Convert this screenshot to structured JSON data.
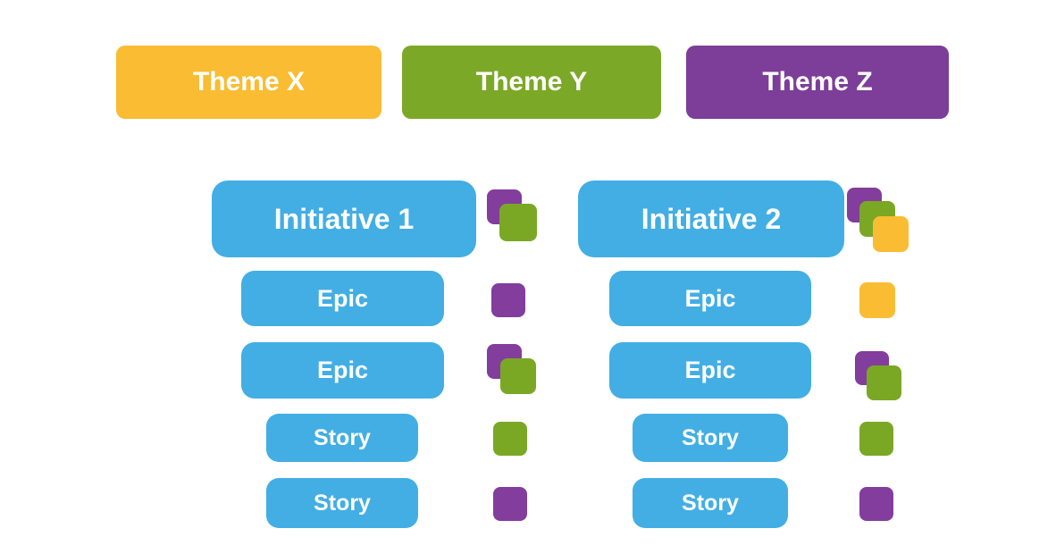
{
  "themes": [
    {
      "label": "Theme X",
      "color": "#F9BC33"
    },
    {
      "label": "Theme Y",
      "color": "#7CA827"
    },
    {
      "label": "Theme Z",
      "color": "#7C3E98"
    }
  ],
  "colors": {
    "blue": "#42AEE4",
    "yellow": "#F9BC33",
    "green": "#7AA824",
    "purple": "#823D9D",
    "background": "#FFFFFF",
    "text": "#FFFFFF"
  },
  "columns": [
    {
      "initiative": {
        "label": "Initiative 1",
        "tags": [
          "purple",
          "green"
        ]
      },
      "items": [
        {
          "type": "epic",
          "label": "Epic",
          "tags": [
            "purple"
          ]
        },
        {
          "type": "epic",
          "label": "Epic",
          "tags": [
            "purple",
            "green"
          ]
        },
        {
          "type": "story",
          "label": "Story",
          "tags": [
            "green"
          ]
        },
        {
          "type": "story",
          "label": "Story",
          "tags": [
            "purple"
          ]
        }
      ]
    },
    {
      "initiative": {
        "label": "Initiative 2",
        "tags": [
          "purple",
          "green",
          "yellow"
        ]
      },
      "items": [
        {
          "type": "epic",
          "label": "Epic",
          "tags": [
            "yellow"
          ]
        },
        {
          "type": "epic",
          "label": "Epic",
          "tags": [
            "purple",
            "green"
          ]
        },
        {
          "type": "story",
          "label": "Story",
          "tags": [
            "green"
          ]
        },
        {
          "type": "story",
          "label": "Story",
          "tags": [
            "purple"
          ]
        }
      ]
    }
  ]
}
